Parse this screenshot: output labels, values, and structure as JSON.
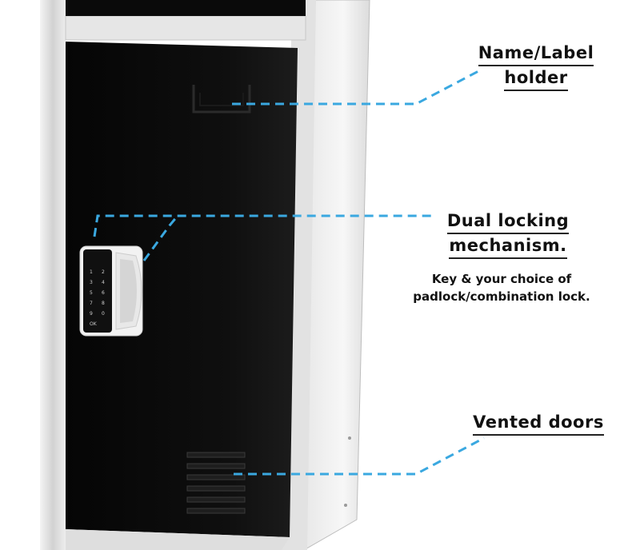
{
  "callouts": {
    "name_label": {
      "line1": "Name/Label",
      "line2": "holder"
    },
    "locking": {
      "line1": "Dual locking",
      "line2": "mechanism.",
      "desc1": "Key & your choice of",
      "desc2": "padlock/combination lock."
    },
    "vented": {
      "line1": "Vented doors"
    }
  },
  "keypad": {
    "keys": [
      "1",
      "2",
      "3",
      "4",
      "5",
      "6",
      "7",
      "8",
      "9",
      "0",
      "OK"
    ]
  },
  "colors": {
    "door": "#0b0b0b",
    "frame": "#d9d9d9",
    "leader": "#3aa8e0",
    "text": "#111111"
  }
}
